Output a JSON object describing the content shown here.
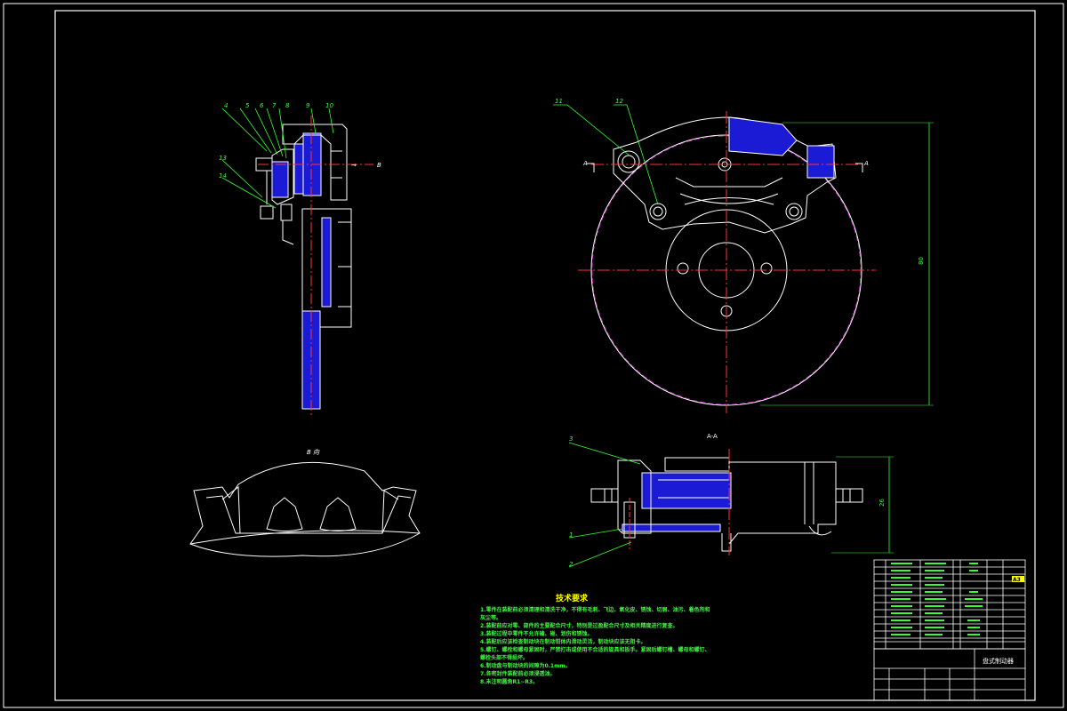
{
  "labels": {
    "section_aa": "A-A",
    "view_b": "B 向",
    "arrow_b": "B",
    "mark_a_left": "A",
    "mark_a_right": "A",
    "dim_height": "80",
    "dim_section": "26"
  },
  "leaders": {
    "n4": "4",
    "n5": "5",
    "n6": "6",
    "n7": "7",
    "n8": "8",
    "n9": "9",
    "n10": "10",
    "n13": "13",
    "n14": "14",
    "n11": "11",
    "n12": "12",
    "n3": "3",
    "n1": "1",
    "n2": "2"
  },
  "notes": {
    "title": "技术要求",
    "items": [
      "1.零件在装配前必须清理和清洗干净，不得有毛刺、飞边、氧化皮、锈蚀、切屑、油污、着色剂和灰尘等。",
      "2.装配前应对零、部件的主要配合尺寸，特别是过盈配合尺寸及相关精度进行复查。",
      "3.装配过程中零件不允许磕、碰、划伤和锈蚀。",
      "4.装配后应该检查制动块在制动钳体内滑动灵活，制动块应该无阻卡。",
      "5.螺钉、螺栓和螺母紧固时，严禁打击或使用不合适的旋具和扳手。紧固后螺钉槽、螺母和螺钉、螺栓头部不得损坏。",
      "6.制动盘与制动块的间隙为0.1mm。",
      "7.各密封件装配前必须浸透油。",
      "8.未注明圆角R1~R3。"
    ]
  },
  "title_block": {
    "drawing_name": "盘式制动器",
    "tag": "A3"
  }
}
